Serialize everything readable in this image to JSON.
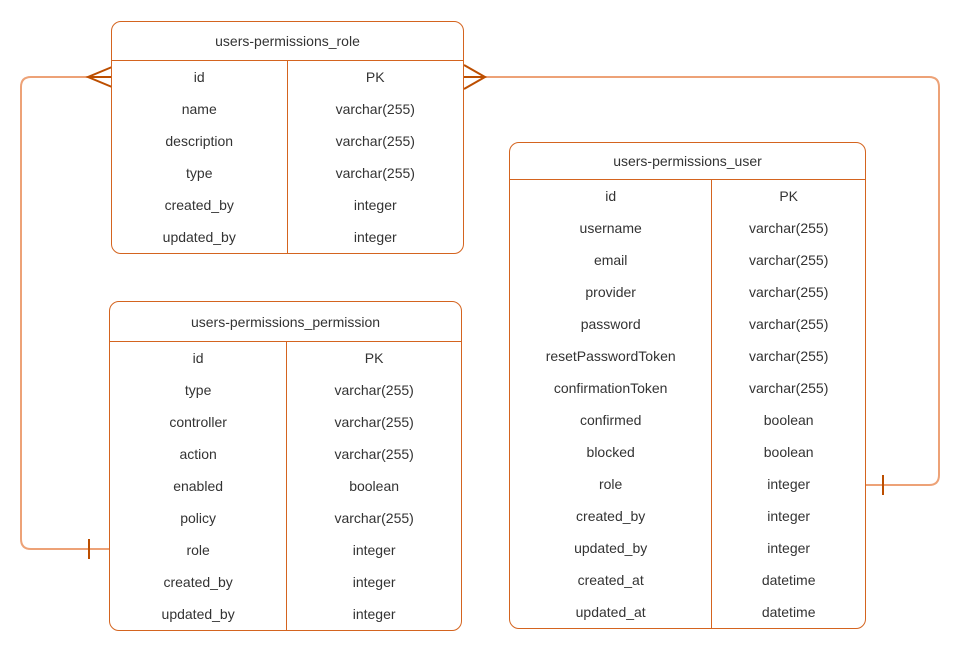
{
  "diagram": {
    "colors": {
      "background": "#FFFFFF",
      "table-border": "#D4641F",
      "connector": "#EDA277",
      "marker": "#BC4E00",
      "text": "#333333"
    }
  },
  "tables": [
    {
      "id": "role",
      "name": "users-permissions_role",
      "fields": [
        {
          "name": "id",
          "type": "PK"
        },
        {
          "name": "name",
          "type": "varchar(255)"
        },
        {
          "name": "description",
          "type": "varchar(255)"
        },
        {
          "name": "type",
          "type": "varchar(255)"
        },
        {
          "name": "created_by",
          "type": "integer"
        },
        {
          "name": "updated_by",
          "type": "integer"
        }
      ]
    },
    {
      "id": "permission",
      "name": "users-permissions_permission",
      "fields": [
        {
          "name": "id",
          "type": "PK"
        },
        {
          "name": "type",
          "type": "varchar(255)"
        },
        {
          "name": "controller",
          "type": "varchar(255)"
        },
        {
          "name": "action",
          "type": "varchar(255)"
        },
        {
          "name": "enabled",
          "type": "boolean"
        },
        {
          "name": "policy",
          "type": "varchar(255)"
        },
        {
          "name": "role",
          "type": "integer"
        },
        {
          "name": "created_by",
          "type": "integer"
        },
        {
          "name": "updated_by",
          "type": "integer"
        }
      ]
    },
    {
      "id": "user",
      "name": "users-permissions_user",
      "fields": [
        {
          "name": "id",
          "type": "PK"
        },
        {
          "name": "username",
          "type": "varchar(255)"
        },
        {
          "name": "email",
          "type": "varchar(255)"
        },
        {
          "name": "provider",
          "type": "varchar(255)"
        },
        {
          "name": "password",
          "type": "varchar(255)"
        },
        {
          "name": "resetPasswordToken",
          "type": "varchar(255)"
        },
        {
          "name": "confirmationToken",
          "type": "varchar(255)"
        },
        {
          "name": "confirmed",
          "type": "boolean"
        },
        {
          "name": "blocked",
          "type": "boolean"
        },
        {
          "name": "role",
          "type": "integer"
        },
        {
          "name": "created_by",
          "type": "integer"
        },
        {
          "name": "updated_by",
          "type": "integer"
        },
        {
          "name": "created_at",
          "type": "datetime"
        },
        {
          "name": "updated_at",
          "type": "datetime"
        }
      ]
    }
  ],
  "relationships": [
    {
      "from_table": "users-permissions_role",
      "from_field": "id",
      "from_cardinality": "many",
      "to_table": "users-permissions_permission",
      "to_field": "role",
      "to_cardinality": "one"
    },
    {
      "from_table": "users-permissions_role",
      "from_field": "id",
      "from_cardinality": "many",
      "to_table": "users-permissions_user",
      "to_field": "role",
      "to_cardinality": "one"
    }
  ]
}
